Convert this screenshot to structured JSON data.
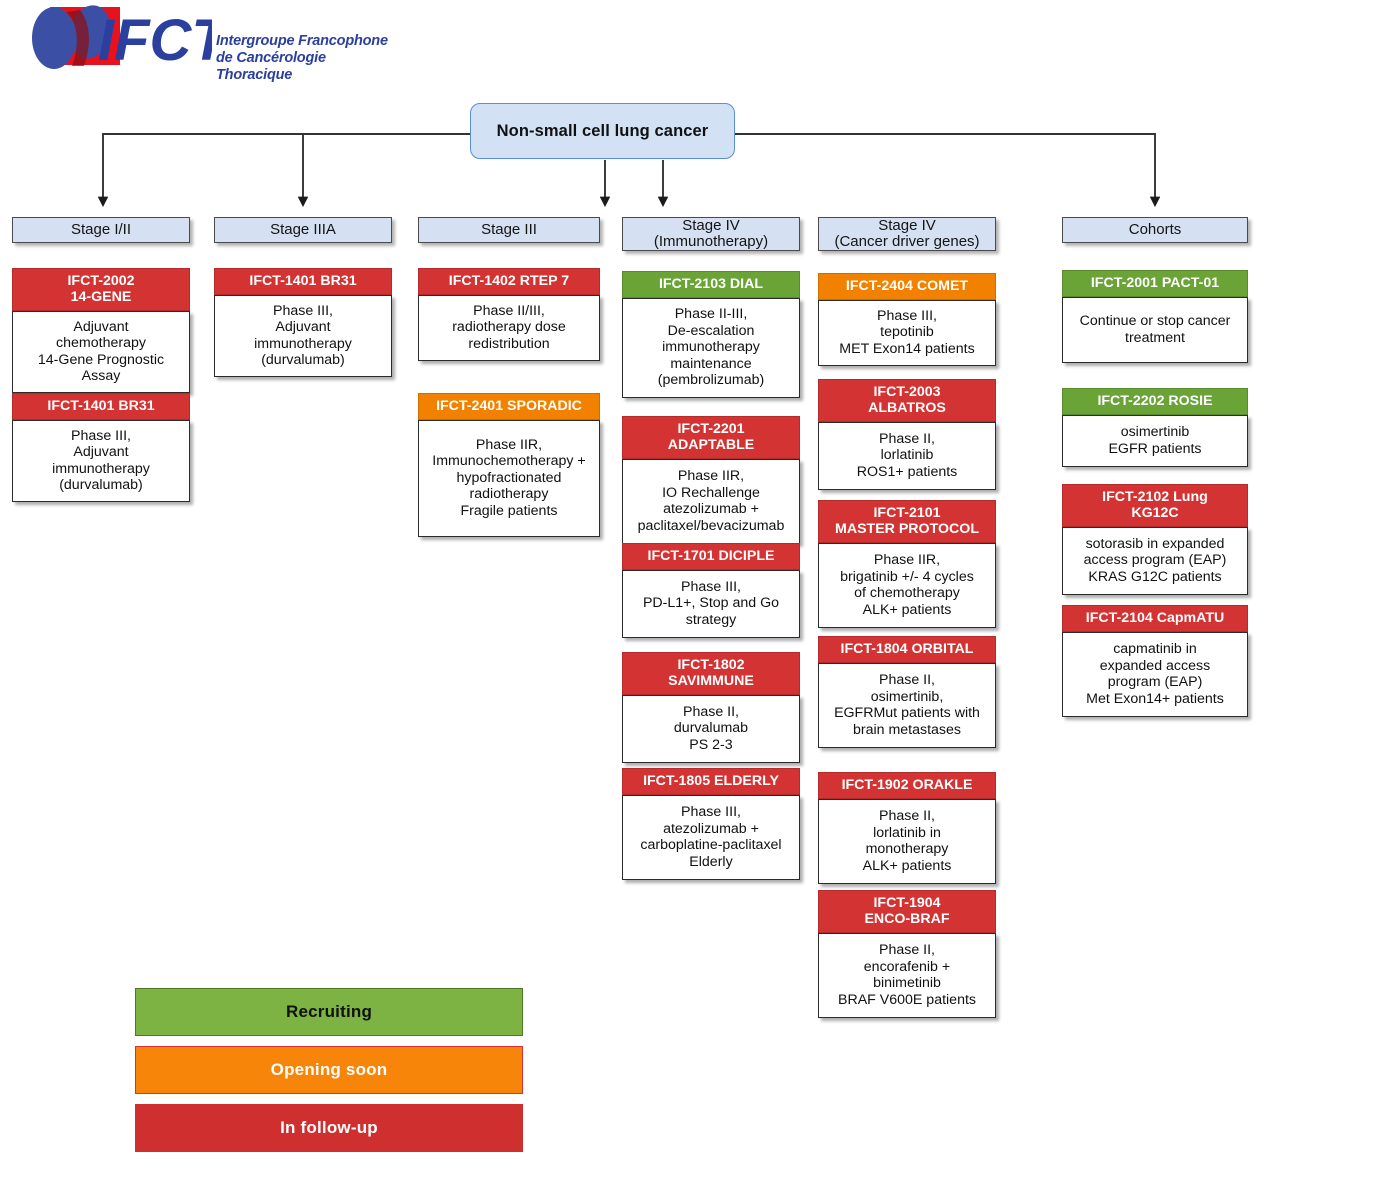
{
  "logo": {
    "brand": "IFCT",
    "tagline_line1": "Intergroupe Francophone",
    "tagline_line2": "de Cancérologie Thoracique"
  },
  "root": {
    "label": "Non-small cell lung cancer"
  },
  "colors": {
    "recruiting": "#6aa336",
    "opening_soon": "#f28100",
    "in_follow_up": "#d43333",
    "header_blue": "#d5e0f2",
    "root_blue": "#d3e1f5"
  },
  "columns": [
    {
      "header": "Stage I/II",
      "cards": [
        {
          "title": "IFCT-2002\n14-GENE",
          "status": "in_follow_up",
          "body": "Adjuvant\nchemotherapy\n14-Gene Prognostic\nAssay"
        },
        {
          "title": "IFCT-1401 BR31",
          "status": "in_follow_up",
          "body": "Phase III,\nAdjuvant\nimmunotherapy\n(durvalumab)"
        }
      ]
    },
    {
      "header": "Stage IIIA",
      "cards": [
        {
          "title": "IFCT-1401 BR31",
          "status": "in_follow_up",
          "body": "Phase III,\nAdjuvant\nimmunotherapy\n(durvalumab)"
        }
      ]
    },
    {
      "header": "Stage III",
      "cards": [
        {
          "title": "IFCT-1402 RTEP 7",
          "status": "in_follow_up",
          "body": "Phase II/III,\nradiotherapy dose\nredistribution"
        },
        {
          "title": "IFCT-2401 SPORADIC",
          "status": "opening_soon",
          "body": "Phase IIR,\nImmunochemotherapy +\nhypofractionated\nradiotherapy\nFragile patients"
        }
      ]
    },
    {
      "header": "Stage IV\n(Immunotherapy)",
      "cards": [
        {
          "title": "IFCT-2103 DIAL",
          "status": "recruiting",
          "body": "Phase II-III,\nDe-escalation\nimmunotherapy\nmaintenance\n(pembrolizumab)"
        },
        {
          "title": "IFCT-2201\nADAPTABLE",
          "status": "in_follow_up",
          "body": "Phase IIR,\nIO Rechallenge\natezolizumab +\npaclitaxel/bevacizumab"
        },
        {
          "title": "IFCT-1701 DICIPLE",
          "status": "in_follow_up",
          "body": "Phase III,\nPD-L1+, Stop and Go\nstrategy"
        },
        {
          "title": "IFCT-1802\nSAVIMMUNE",
          "status": "in_follow_up",
          "body": "Phase II,\ndurvalumab\nPS 2-3"
        },
        {
          "title": "IFCT-1805 ELDERLY",
          "status": "in_follow_up",
          "body": "Phase III,\natezolizumab +\ncarboplatine-paclitaxel\nElderly"
        }
      ]
    },
    {
      "header": "Stage IV\n(Cancer driver genes)",
      "cards": [
        {
          "title": "IFCT-2404 COMET",
          "status": "opening_soon",
          "body": "Phase III,\ntepotinib\nMET Exon14 patients"
        },
        {
          "title": "IFCT-2003\nALBATROS",
          "status": "in_follow_up",
          "body": "Phase II,\nlorlatinib\nROS1+ patients"
        },
        {
          "title": "IFCT-2101\nMASTER PROTOCOL",
          "status": "in_follow_up",
          "body": "Phase IIR,\nbrigatinib +/- 4 cycles\nof  chemotherapy\nALK+ patients"
        },
        {
          "title": "IFCT-1804 ORBITAL",
          "status": "in_follow_up",
          "body": "Phase II,\nosimertinib,\nEGFRMut patients with\nbrain metastases"
        },
        {
          "title": "IFCT-1902 ORAKLE",
          "status": "in_follow_up",
          "body": "Phase II,\nlorlatinib in\nmonotherapy\nALK+ patients"
        },
        {
          "title": "IFCT-1904\nENCO-BRAF",
          "status": "in_follow_up",
          "body": "Phase II,\nencorafenib +\nbinimetinib\nBRAF V600E patients"
        }
      ]
    },
    {
      "header": "Cohorts",
      "cards": [
        {
          "title": "IFCT-2001 PACT-01",
          "status": "recruiting",
          "body": "Continue or stop cancer\ntreatment"
        },
        {
          "title": "IFCT-2202 ROSIE",
          "status": "recruiting",
          "body": "osimertinib\nEGFR patients"
        },
        {
          "title": "IFCT-2102 Lung\nKG12C",
          "status": "in_follow_up",
          "body": "sotorasib in expanded\naccess program (EAP)\nKRAS G12C patients"
        },
        {
          "title": "IFCT-2104 CapmATU",
          "status": "in_follow_up",
          "body": "capmatinib  in\nexpanded access\nprogram (EAP)\nMet Exon14+ patients"
        }
      ]
    }
  ],
  "legend": [
    {
      "label": "Recruiting",
      "status": "recruiting"
    },
    {
      "label": "Opening soon",
      "status": "opening_soon"
    },
    {
      "label": "In follow-up",
      "status": "in_follow_up"
    }
  ]
}
